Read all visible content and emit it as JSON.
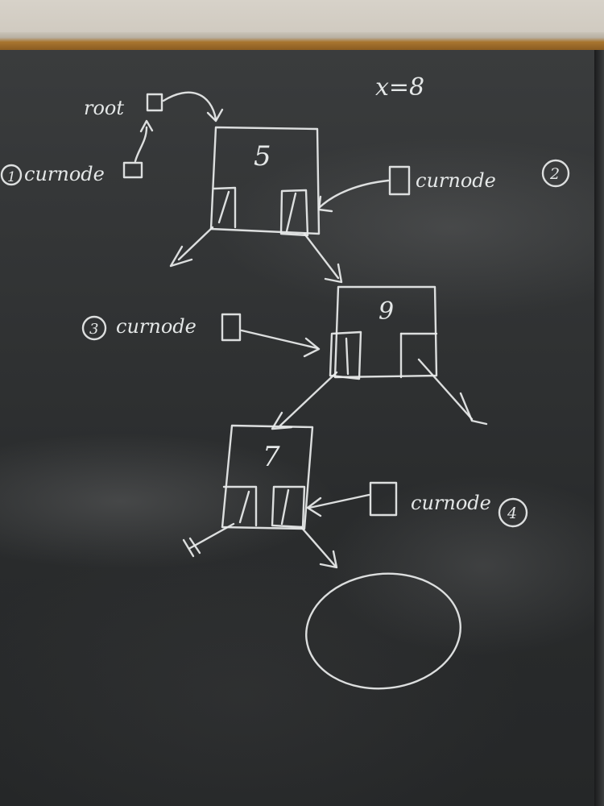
{
  "board": {
    "x_label": "x=8",
    "root_label": "root",
    "nodes": [
      {
        "value": "5"
      },
      {
        "value": "9"
      },
      {
        "value": "7"
      }
    ],
    "curnode_labels": [
      {
        "number": "1",
        "text": "curnode"
      },
      {
        "number": "2",
        "text": "curnode"
      },
      {
        "number": "3",
        "text": "curnode"
      },
      {
        "number": "4",
        "text": "curnode"
      }
    ]
  },
  "colors": {
    "chalkboard": "#2b2d2e",
    "chalk": "#e9ecec",
    "frame": "#a8752f",
    "wall": "#d7d2c9"
  }
}
